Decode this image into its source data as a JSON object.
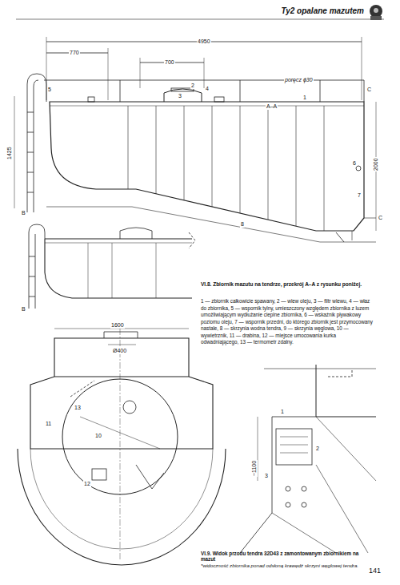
{
  "diagram": {
    "title": "Ty2 opalane mazutem",
    "labels": [
      "4950",
      "770",
      "700",
      "poręcz ϕ30",
      "A–A",
      "1425",
      "2000",
      "1",
      "2",
      "3",
      "4",
      "5",
      "6",
      "7",
      "8",
      "C",
      "C",
      "B",
      "B",
      "1600",
      "Ø400",
      "13",
      "10",
      "11",
      "12",
      "~1100",
      "1",
      "2",
      "3",
      "VI.8. Zbiornik mazutu na tendrze, przekrój A–A z rysunku poniżej.",
      "1 — zbiornik całkowicie spawany, 2 — wlew oleju, 3 — filtr wlewu, 4 — właz do zbiornika, 5 — wspornik tylny, umieszczony względem zbiornika z luzem umożliwiającym wydłużanie cieplne zbiornika, 6 — wskaźnik pływakowy poziomu oleju, 7 — wspornik przedni, do którego zbiornik jest przymocowany nastale, 8 — skrzynia wodna tendra, 9 — skrzynia węglowa, 10 — wywietrznik, 11 — drabina, 12 — miejsce umocowania kurka odwadniającego, 13 — termometr zdalny.",
      "VI.9. Widok przodu tendra 32D43 z zamontowanym zbiornikiem na mazut",
      "*widoczność zbiornika ponad odsłoną krawędź skrzyni węglowej tendra.",
      "141"
    ]
  }
}
